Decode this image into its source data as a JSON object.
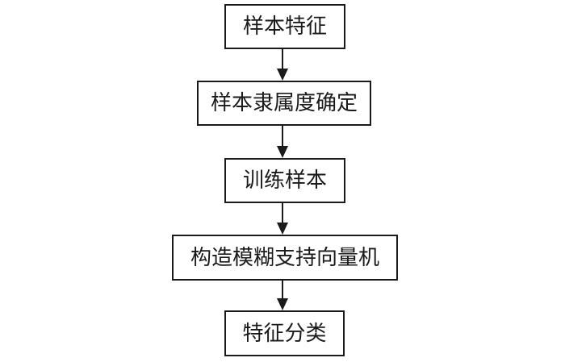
{
  "diagram": {
    "type": "flowchart",
    "direction": "top-down",
    "nodes": [
      {
        "id": "node-1",
        "label": "样本特征"
      },
      {
        "id": "node-2",
        "label": "样本隶属度确定"
      },
      {
        "id": "node-3",
        "label": "训练样本"
      },
      {
        "id": "node-4",
        "label": "构造模糊支持向量机"
      },
      {
        "id": "node-5",
        "label": "特征分类"
      }
    ],
    "edges": [
      {
        "from": "node-1",
        "to": "node-2",
        "style": "solid-arrow"
      },
      {
        "from": "node-2",
        "to": "node-3",
        "style": "solid-arrow"
      },
      {
        "from": "node-3",
        "to": "node-4",
        "style": "solid-arrow"
      },
      {
        "from": "node-4",
        "to": "node-5",
        "style": "solid-arrow"
      }
    ],
    "colors": {
      "background": "#ffffff",
      "box_fill": "#ffffff",
      "box_border": "#1a1a1a",
      "text": "#1a1a1a",
      "arrow": "#1a1a1a"
    }
  }
}
